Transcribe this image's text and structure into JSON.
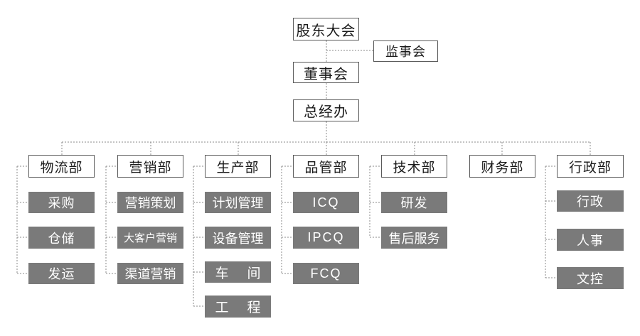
{
  "top": {
    "shareholders": "股东大会",
    "supervisors": "监事会",
    "board": "董事会",
    "general_office": "总经办"
  },
  "departments": [
    {
      "name": "物流部",
      "units": [
        "采购",
        "仓储",
        "发运"
      ]
    },
    {
      "name": "营销部",
      "units": [
        "营销策划",
        "大客户营销",
        "渠道营销"
      ]
    },
    {
      "name": "生产部",
      "units": [
        "计划管理",
        "设备管理",
        "车 间",
        "工 程"
      ]
    },
    {
      "name": "品管部",
      "units": [
        "ICQ",
        "IPCQ",
        "FCQ"
      ]
    },
    {
      "name": "技术部",
      "units": [
        "研发",
        "售后服务"
      ]
    },
    {
      "name": "财务部",
      "units": []
    },
    {
      "name": "行政部",
      "units": [
        "行政",
        "人事",
        "文控"
      ]
    }
  ],
  "colors": {
    "box_border": "#5a5a5a",
    "unit_fill": "#7a7a7a",
    "unit_text": "#ffffff",
    "connector": "#8a8a8a"
  }
}
